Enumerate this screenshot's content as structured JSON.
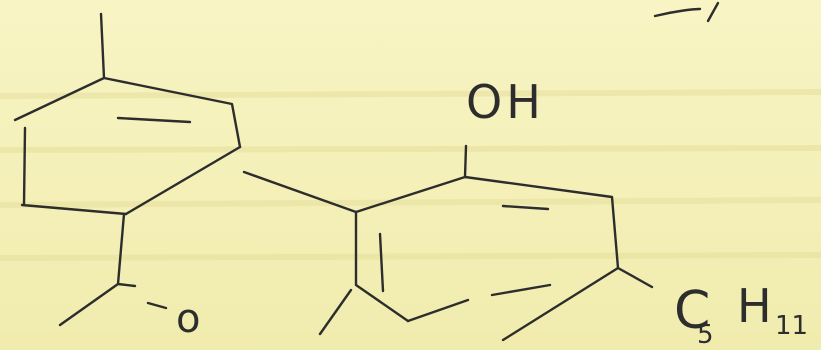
{
  "labels": {
    "hydroxyl": "OH",
    "ring_oxygen": "o",
    "side_chain_c": "C",
    "side_chain_c_sub": "5",
    "side_chain_h": "H",
    "side_chain_h_sub": "11"
  },
  "colors": {
    "paper": "#f4efb2",
    "ink": "#2d2d2d"
  }
}
